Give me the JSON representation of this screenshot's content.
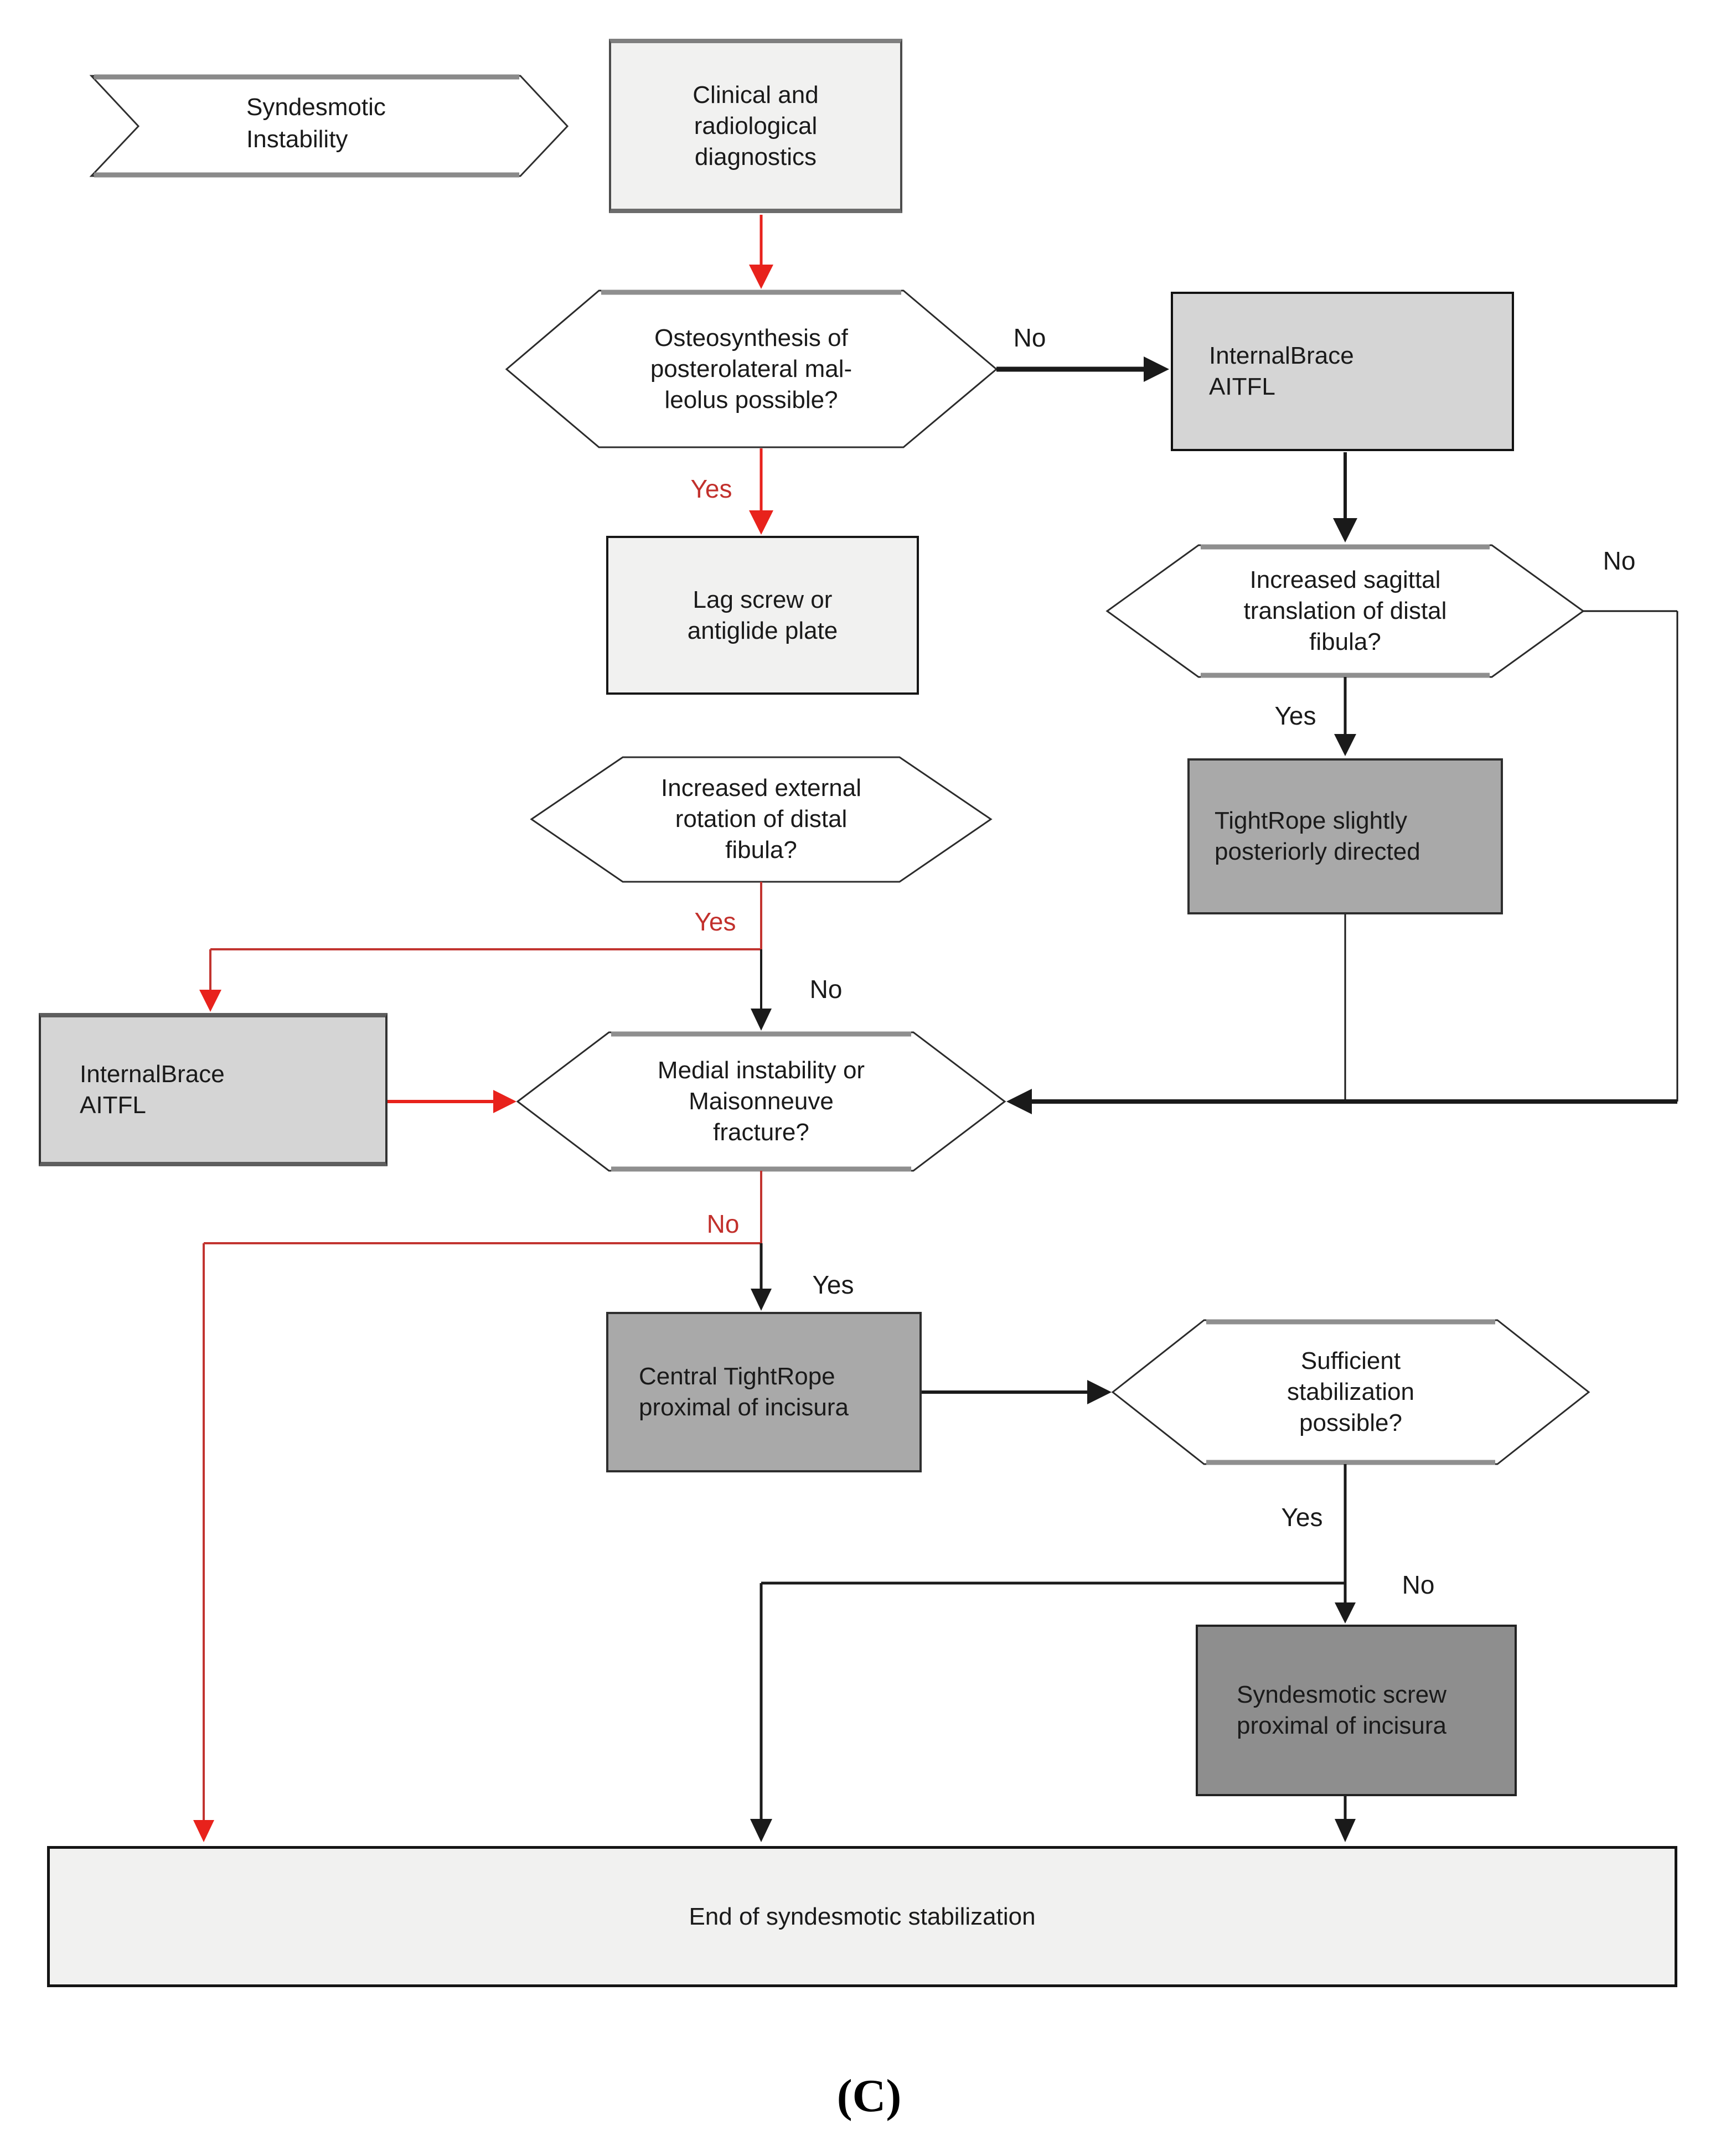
{
  "caption": "(C)",
  "colors": {
    "red_arrow": "#e8221c",
    "red_line": "#c23430",
    "red_label": "#c2302c",
    "black_line": "#1a1a1a",
    "box_light": "#f1f1f0",
    "box_mid_gray": "#d5d5d5",
    "box_gray": "#a9a9a9",
    "box_dark_gray": "#8e8e8e",
    "hex_fill": "#ffffff"
  },
  "nodes": {
    "start_banner": {
      "label": "Syndesmotic\nInstability"
    },
    "clinical": {
      "label": "Clinical and\nradiological\ndiagnostics"
    },
    "hex_osteosynthesis": {
      "label": "Osteosynthesis of\nposterolateral mal-\nleolus possible?"
    },
    "internalbrace_right": {
      "label": "InternalBrace\nAITFL"
    },
    "lag_screw": {
      "label": "Lag screw or\nantiglide plate"
    },
    "hex_sagittal": {
      "label": "Increased sagittal\ntranslation of distal\nfibula?"
    },
    "tightrope_posterior": {
      "label": "TightRope slightly\nposteriorly directed"
    },
    "hex_external_rotation": {
      "label": "Increased external\nrotation of distal\nfibula?"
    },
    "internalbrace_left": {
      "label": "InternalBrace\nAITFL"
    },
    "hex_medial": {
      "label": "Medial instability or\nMaisonneuve\nfracture?"
    },
    "central_tightrope": {
      "label": "Central TightRope\nproximal of incisura"
    },
    "hex_sufficient": {
      "label": "Sufficient\nstabilization\npossible?"
    },
    "syndesmotic_screw": {
      "label": "Syndesmotic screw\nproximal of incisura"
    },
    "end_bar": {
      "label": "End of syndesmotic stabilization"
    }
  },
  "edge_labels": {
    "osteo_no": "No",
    "osteo_yes": "Yes",
    "sagittal_no": "No",
    "sagittal_yes": "Yes",
    "external_yes": "Yes",
    "external_no": "No",
    "medial_no": "No",
    "medial_yes": "Yes",
    "sufficient_yes": "Yes",
    "sufficient_no": "No"
  }
}
